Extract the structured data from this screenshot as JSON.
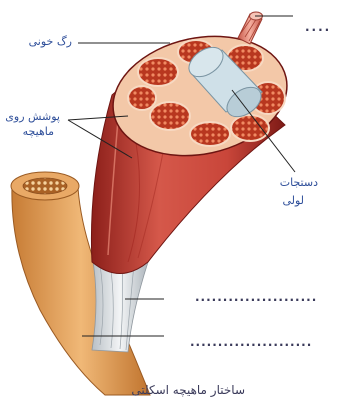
{
  "labels": {
    "blood_vessel": "رگ خونی",
    "muscle_sheath_line1": "پوشش روی",
    "muscle_sheath_line2": "ماهیچه",
    "tube_bundles_line1": "دستجات",
    "tube_bundles_line2": "لولی",
    "caption": "ساختار ماهیچه اسکلتی"
  },
  "blanks": {
    "top_right": "....",
    "middle": "......................",
    "lower": "......................"
  },
  "colors": {
    "label_text": "#2f4f9a",
    "muscle_red": "#c9463a",
    "muscle_dark": "#8c1f1a",
    "bone": "#e7a45c",
    "tendon": "#dfe3e6",
    "vessel": "#e58a7a",
    "leader_line": "#222222"
  }
}
